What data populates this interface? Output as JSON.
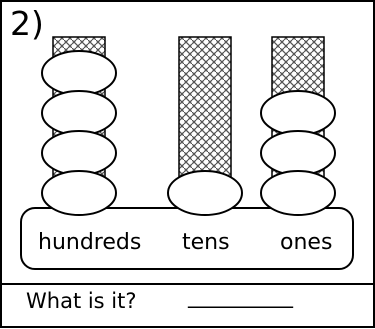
{
  "problem": {
    "number_label": "2)",
    "question": "What is it?",
    "answer_blank": "__________"
  },
  "abacus": {
    "columns": [
      {
        "label": "hundreds",
        "beads": 4
      },
      {
        "label": "tens",
        "beads": 1
      },
      {
        "label": "ones",
        "beads": 3
      }
    ]
  }
}
